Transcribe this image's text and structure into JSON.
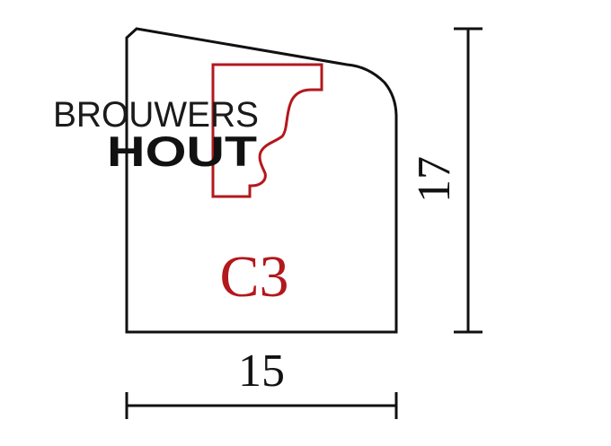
{
  "logo": {
    "line1": "BROUWERS",
    "line2": "HOUT"
  },
  "profile": {
    "code": "C3"
  },
  "dimensions": {
    "width_label": "15",
    "height_label": "17"
  },
  "colors": {
    "outline": "#111111",
    "accent": "#b3181d",
    "background": "#ffffff"
  }
}
